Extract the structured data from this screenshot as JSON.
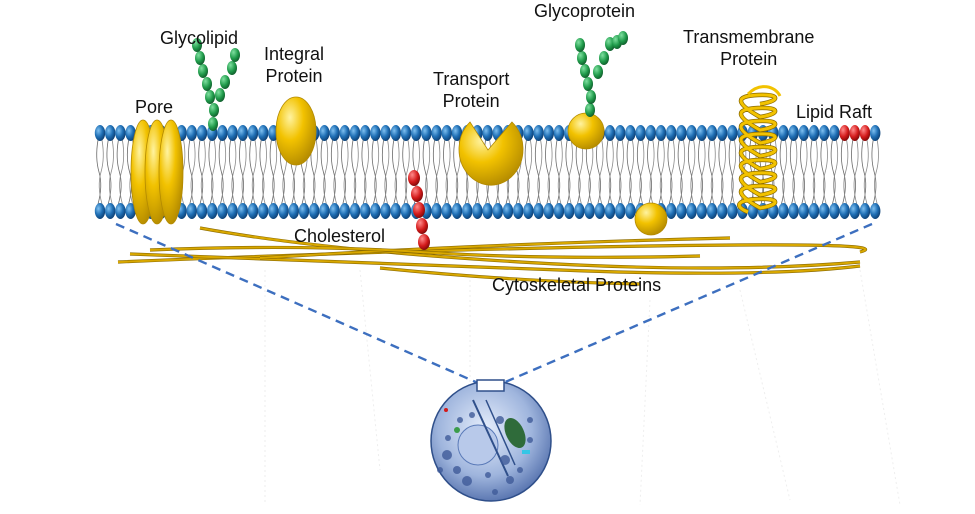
{
  "labels": {
    "pore": "Pore",
    "glycolipid": "Glycolipid",
    "integral": [
      "Integral",
      "Protein"
    ],
    "transport": [
      "Transport",
      "Protein"
    ],
    "glycoprotein": "Glycoprotein",
    "transmembrane": [
      "Transmembrane",
      "Protein"
    ],
    "lipid_raft": "Lipid Raft",
    "cholesterol": "Cholesterol",
    "cytoskeletal": "Cytoskeletal Proteins"
  },
  "colors": {
    "lipid_head": "#1f6fb5",
    "lipid_head_highlight": "#6fb3ea",
    "protein": "#f2c200",
    "protein_edge": "#b38a00",
    "glycan": "#1f9a4a",
    "cholesterol": "#d31a1a",
    "raft": "#d31a1a",
    "dash_line": "#3d6fbf",
    "fiber": "#d9a800",
    "cell": "#9fb5dd",
    "cell_edge": "#2f4f8a"
  }
}
